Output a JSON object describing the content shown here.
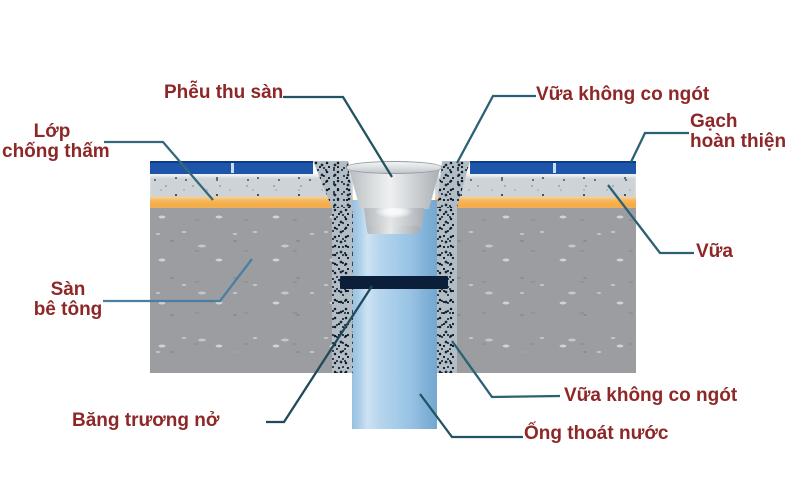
{
  "diagram": {
    "description": "Cross-section detail of a floor drain installation",
    "labels": {
      "pheu_thu_san": "Phễu thu sàn",
      "vua_khong_co_ngot_top": "Vữa không co ngót",
      "lop_chong_tham_line1": "Lớp",
      "lop_chong_tham_line2": "chống thấm",
      "gach_hoan_thien_line1": "Gạch",
      "gach_hoan_thien_line2": "hoàn thiện",
      "vua_right": "Vữa",
      "san_be_tong_line1": "Sàn",
      "san_be_tong_line2": "bê tông",
      "bang_truong_no": "Băng trương nở",
      "vua_khong_co_ngot_bottom": "Vữa không co ngót",
      "ong_thoat_nuoc": "Ống thoát nước"
    },
    "colors": {
      "label_text": "#8e2727",
      "leader_line": "#2b6173",
      "tile_blue": "#1d55ab",
      "waterproofing_orange": "#f6b65c",
      "mortar_gray": "#ced3d7",
      "concrete_gray": "#9b9da0",
      "nonshrink_mortar_speckle": "#101b28",
      "pipe_blue": "#a3cbe8",
      "waterstop_navy": "#0b1f3a",
      "funnel_metal": "#d9dcde",
      "background": "#ffffff"
    }
  }
}
